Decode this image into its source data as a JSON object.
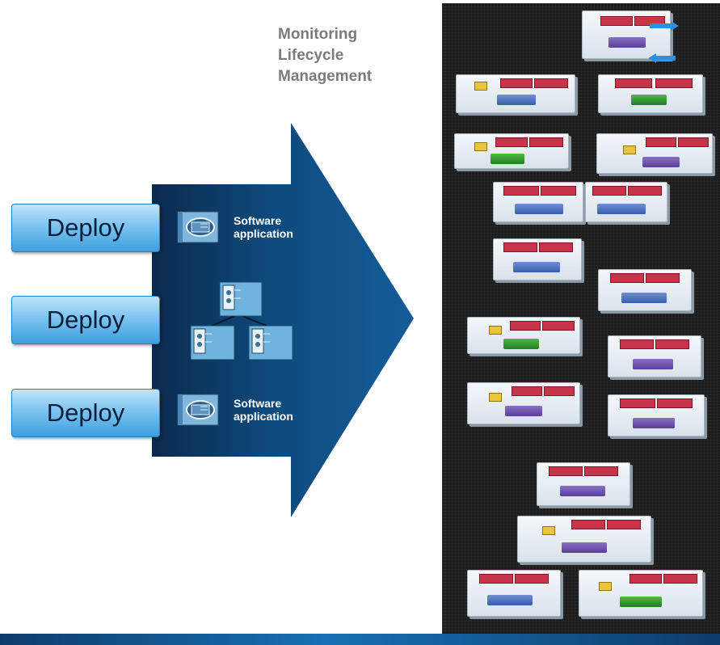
{
  "heading": {
    "lines": [
      "Monitoring",
      "Lifecycle",
      "Management"
    ]
  },
  "deploy_buttons": [
    {
      "label": "Deploy"
    },
    {
      "label": "Deploy"
    },
    {
      "label": "Deploy"
    }
  ],
  "apps": [
    {
      "line1": "Software",
      "line2": "application"
    },
    {
      "line1": "Software",
      "line2": "application"
    }
  ],
  "icons": [
    "application-window-icon",
    "server-cluster-icon",
    "application-window-icon"
  ],
  "colors": {
    "arrow_dark": "#0b2a4c",
    "arrow_mid": "#0e4a7c",
    "arrow_light": "#145d99",
    "deploy_button_top": "#bfe4fb",
    "deploy_button_bottom": "#3d9fde",
    "datacenter_bg": "#1d1d1d",
    "service_red": "#c8344a",
    "service_blue": "#3a5eae",
    "service_green": "#237e23",
    "service_purple": "#5a3f9c"
  }
}
